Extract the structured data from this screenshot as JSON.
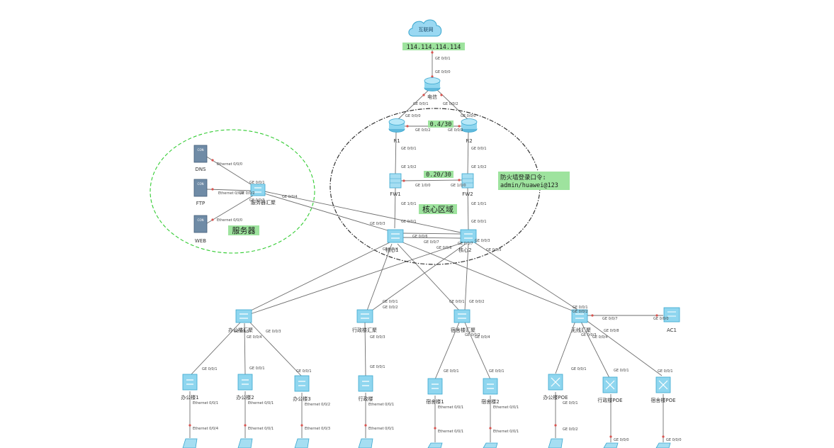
{
  "diagram": {
    "internet": {
      "label": "互联网",
      "ip": "114.114.114.114"
    },
    "colors": {
      "link": "#6e6e6e",
      "device_fill": "#8fd6ef",
      "device_stroke": "#3aa7cf",
      "server_fill": "#6f8ba6",
      "server_stroke": "#435d78",
      "highlight": "#9ee39e",
      "core_zone": "#333333",
      "server_zone": "#33cc33",
      "port_dot": "#d9534f"
    },
    "nodes": {
      "isp": {
        "label": "电信"
      },
      "r1": {
        "label": "R1"
      },
      "r2": {
        "label": "R2"
      },
      "fw1": {
        "label": "FW1"
      },
      "fw2": {
        "label": "FW2"
      },
      "core1": {
        "label": "核心1"
      },
      "core2": {
        "label": "核心2"
      },
      "dns": {
        "label": "DNS",
        "tag": "CON"
      },
      "ftp": {
        "label": "FTP",
        "tag": "CON"
      },
      "web": {
        "label": "WEB",
        "tag": "CON"
      },
      "srvsw": {
        "label": "服务器汇聚"
      },
      "agg1": {
        "label": "办公楼汇聚"
      },
      "agg2": {
        "label": "行政楼汇聚"
      },
      "agg3": {
        "label": "宿舍楼汇聚"
      },
      "agg4": {
        "label": "无线汇聚"
      },
      "ac1": {
        "label": "AC1"
      },
      "acc1": {
        "label": "办公楼1"
      },
      "acc2": {
        "label": "办公楼2"
      },
      "acc3": {
        "label": "办公楼3"
      },
      "acc4": {
        "label": "行政楼"
      },
      "acc5": {
        "label": "宿舍楼1"
      },
      "acc6": {
        "label": "宿舍楼2"
      },
      "ap1": {
        "label": "办公楼POE"
      },
      "ap2": {
        "label": "行政楼POE"
      },
      "ap3": {
        "label": "宿舍楼POE"
      }
    },
    "notes": {
      "r_link": "0.4/30",
      "fw_link": "0.20/30",
      "firewall_login_title": "防火墙登录口令:",
      "firewall_login_value": "admin/huawei@123"
    },
    "zones": {
      "core": "核心区域",
      "server": "服务器"
    },
    "ports": {
      "ge000": "GE 0/0/0",
      "ge001": "GE 0/0/1",
      "ge002": "GE 0/0/2",
      "ge003": "GE 0/0/3",
      "ge004": "GE 0/0/4",
      "ge005": "GE 0/0/5",
      "ge006": "GE 0/0/6",
      "ge007": "GE 0/0/7",
      "ge008": "GE 0/0/8",
      "ge100": "GE 1/0/0",
      "ge101": "GE 1/0/1",
      "ge102": "GE 1/0/2",
      "eth000": "Ethernet 0/0/0",
      "eth001": "Ethernet 0/0/1",
      "eth002": "Ethernet 0/0/2",
      "eth003": "Ethernet 0/0/3",
      "eth004": "Ethernet 0/0/4"
    }
  }
}
